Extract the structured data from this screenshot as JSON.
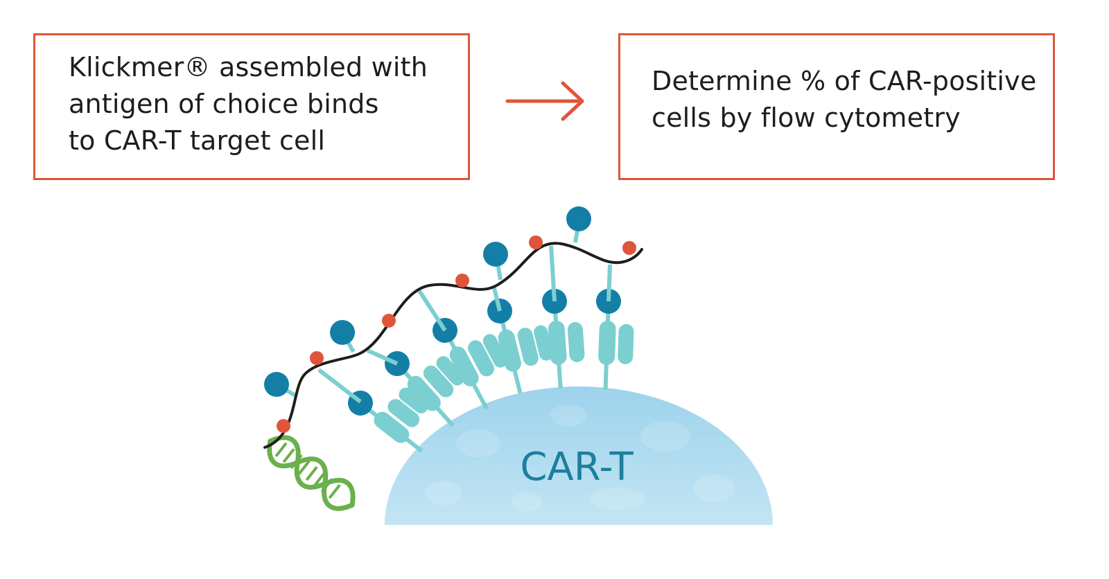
{
  "step1": {
    "lines": [
      "Klickmer® assembled with",
      "antigen of choice binds",
      "to CAR-T target cell"
    ]
  },
  "step2": {
    "lines": [
      "Determine % of CAR-positive",
      "cells by flow cytometry"
    ]
  },
  "cell_label": "CAR-T",
  "colors": {
    "accent": "#e0553a",
    "cell": "#a9d9ee",
    "cell_text": "#1d7f9c",
    "receptor_head": "#137fa6",
    "receptor_body": "#7ccfd0",
    "dna": "#6ab04c",
    "backbone": "#1d1d1b"
  }
}
